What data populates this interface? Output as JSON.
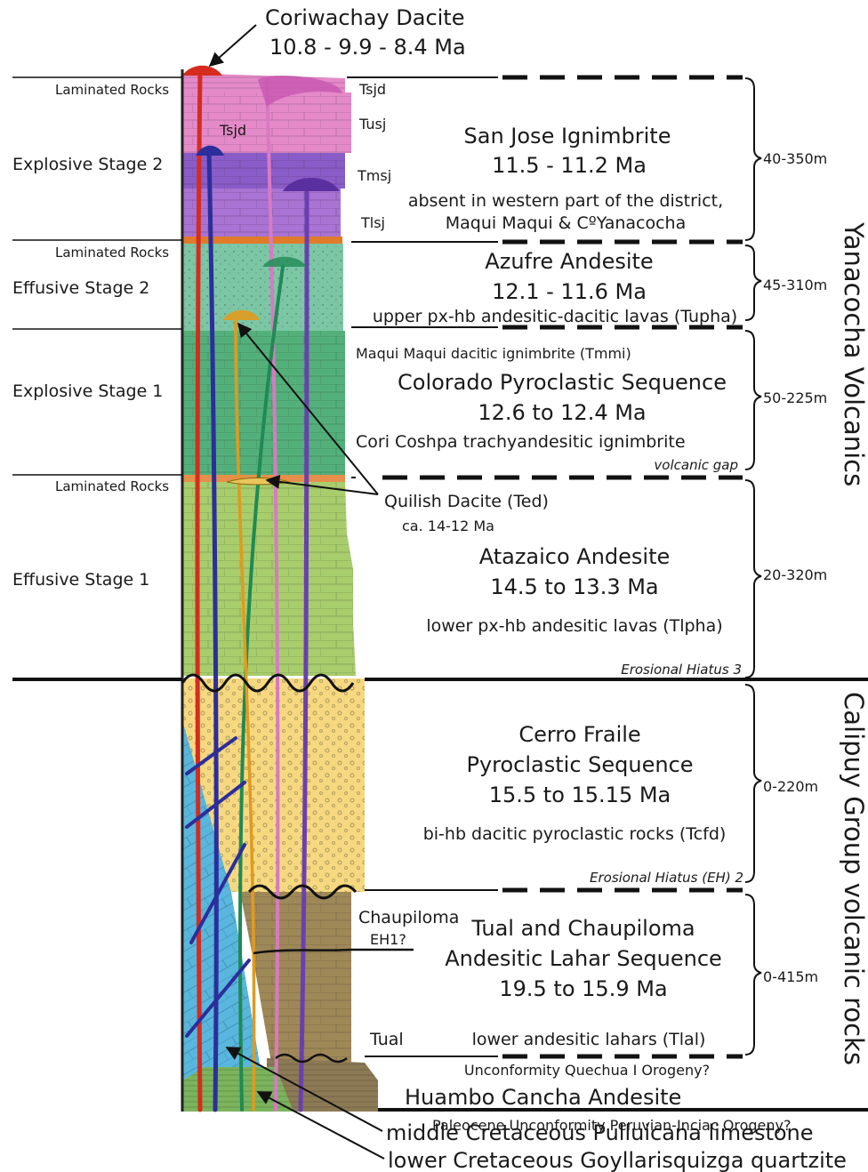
{
  "colors": {
    "tsjd_pink": "#e58ac9",
    "tmsj_purple": "#8a5cc8",
    "tlsj_violet": "#a873d3",
    "laminated_orange": "#e07b2a",
    "azufre_green": "#7cc6a5",
    "colorado_green": "#54b07a",
    "atazaico_green": "#a8cd6c",
    "cerro_yellow": "#f6d880",
    "tual_brown": "#9f8858",
    "limestone_blue": "#59b6dc",
    "quartzite_green": "#7bb45d",
    "feeder_red": "#d62b1f",
    "feeder_navy": "#2b2e9c"
  },
  "callouts": {
    "coriwachay": {
      "name": "Coriwachay Dacite",
      "ages": "10.8 - 9.9 - 8.4 Ma"
    },
    "quilish": {
      "name": "Quilish  Dacite (Ted)",
      "age": "ca. 14-12 Ma"
    },
    "pulluicana": "middle Cretaceous Pulluicana limestone",
    "goyllarisquizga": "lower Cretaceous Goyllarisquizga quartzite"
  },
  "left_labels": {
    "laminated_1": "Laminated Rocks",
    "explosive_2": "Explosive Stage 2",
    "laminated_2": "Laminated Rocks",
    "effusive_2": "Effusive Stage 2",
    "explosive_1": "Explosive Stage 1",
    "laminated_3": "Laminated Rocks",
    "effusive_1": "Effusive Stage 1"
  },
  "column_codes": {
    "tsjd_top": "Tsjd",
    "tsjd_in": "Tsjd",
    "tusj": "Tusj",
    "tmsj": "Tmsj",
    "tlsj": "Tlsj",
    "chaupiloma": "Chaupiloma",
    "eh1": "EH1?",
    "tual": "Tual"
  },
  "units": {
    "san_jose": {
      "name": "San Jose Ignimbrite",
      "age": "11.5 - 11.2 Ma",
      "note1": "absent in western part of the district,",
      "note2": "Maqui Maqui & CºYanacocha",
      "thickness": "40-350m"
    },
    "azufre": {
      "name": "Azufre Andesite",
      "age": "12.1 - 11.6 Ma",
      "note": "upper px-hb andesitic-dacitic lavas (Tupha)",
      "thickness": "45-310m"
    },
    "colorado": {
      "pre": "Maqui Maqui dacitic ignimbrite (Tmmi)",
      "name": "Colorado Pyroclastic Sequence",
      "age": "12.6 to 12.4 Ma",
      "note": "Cori Coshpa trachyandesitic ignimbrite",
      "gap": "volcanic gap",
      "thickness": "50-225m"
    },
    "atazaico": {
      "name": "Atazaico Andesite",
      "age": "14.5 to 13.3 Ma",
      "note": "lower px-hb andesitic lavas (Tlpha)",
      "hiatus": "Erosional Hiatus 3",
      "thickness": "20-320m"
    },
    "cerro_fraile": {
      "name1": "Cerro Fraile",
      "name2": "Pyroclastic Sequence",
      "age": "15.5 to 15.15 Ma",
      "note": "bi-hb dacitic pyroclastic rocks (Tcfd)",
      "hiatus": "Erosional Hiatus (EH) 2",
      "thickness": "0-220m"
    },
    "tual": {
      "name1": "Tual and Chaupiloma",
      "name2": "Andesitic Lahar Sequence",
      "age": "19.5 to 15.9 Ma",
      "note": "lower andesitic lahars (Tlal)",
      "unconformity": "Unconformity Quechua I Orogeny?",
      "thickness": "0-415m"
    },
    "huambo": {
      "name": "Huambo Cancha Andesite"
    },
    "paleocene": {
      "name": "Paleocene Unconformity Peruvian-Inciac Orogeny?"
    }
  },
  "groups": {
    "yanacocha": "Yanacocha Volcanics",
    "calipuy": "Calipuy Group volcanic rocks"
  }
}
